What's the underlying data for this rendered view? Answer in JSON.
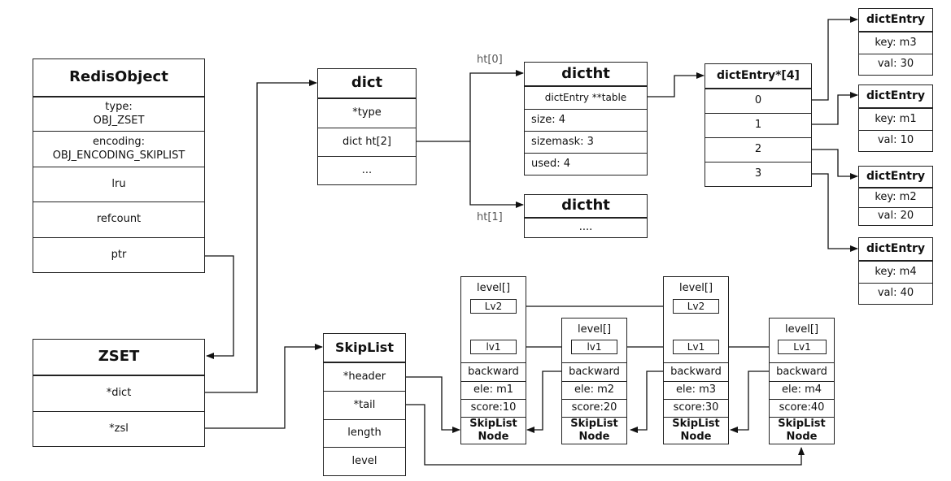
{
  "redis_object": {
    "title": "RedisObject",
    "type_label": "type:",
    "type_value": "OBJ_ZSET",
    "encoding_label": "encoding:",
    "encoding_value": "OBJ_ENCODING_SKIPLIST",
    "lru": "lru",
    "refcount": "refcount",
    "ptr": "ptr"
  },
  "zset": {
    "title": "ZSET",
    "dict": "*dict",
    "zsl": "*zsl"
  },
  "dict": {
    "title": "dict",
    "type": "*type",
    "ht": "dict ht[2]",
    "more": "..."
  },
  "dictht0": {
    "label": "ht[0]",
    "title": "dictht",
    "table": "dictEntry **table",
    "size": "size: 4",
    "sizemask": "sizemask: 3",
    "used": "used: 4"
  },
  "dictht1": {
    "label": "ht[1]",
    "title": "dictht",
    "more": "...."
  },
  "table_array": {
    "title": "dictEntry*[4]",
    "slots": [
      "0",
      "1",
      "2",
      "3"
    ]
  },
  "entries": [
    {
      "title": "dictEntry",
      "key": "key: m3",
      "val": "val: 30"
    },
    {
      "title": "dictEntry",
      "key": "key: m1",
      "val": "val: 10"
    },
    {
      "title": "dictEntry",
      "key": "key: m2",
      "val": "val: 20"
    },
    {
      "title": "dictEntry",
      "key": "key: m4",
      "val": "val: 40"
    }
  ],
  "skiplist": {
    "title": "SkipList",
    "header": "*header",
    "tail": "*tail",
    "length": "length",
    "level": "level"
  },
  "nodes": [
    {
      "level_label": "level[]",
      "lv2": "Lv2",
      "lv1": "lv1",
      "backward": "backward",
      "ele": "ele: m1",
      "score": "score:10",
      "name": "SkipList Node"
    },
    {
      "level_label": "level[]",
      "lv1": "lv1",
      "backward": "backward",
      "ele": "ele: m2",
      "score": "score:20",
      "name": "SkipList Node"
    },
    {
      "level_label": "level[]",
      "lv2": "Lv2",
      "lv1": "Lv1",
      "backward": "backward",
      "ele": "ele: m3",
      "score": "score:30",
      "name": "SkipList Node"
    },
    {
      "level_label": "level[]",
      "lv1": "Lv1",
      "backward": "backward",
      "ele": "ele: m4",
      "score": "score:40",
      "name": "SkipList Node"
    }
  ]
}
